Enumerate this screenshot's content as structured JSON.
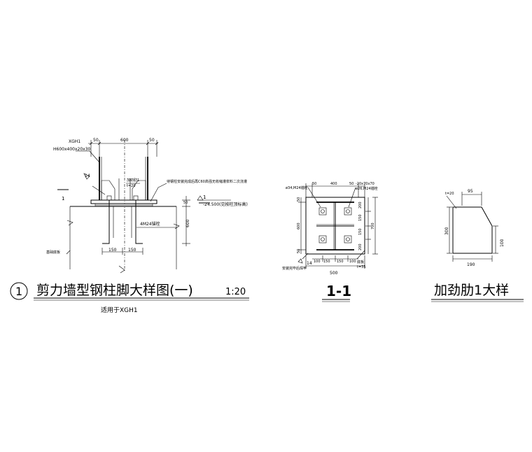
{
  "detail_one": {
    "number": "1",
    "title": "剪力墙型钢柱脚大样图(一)",
    "scale": "1:20",
    "subtitle": "适用于XGH1",
    "labels": {
      "member": "XGH1",
      "section": "H600x400x20x30",
      "weld": "14",
      "stiffener": "加劲肋1",
      "stiffener_t": "t=20",
      "grout_note": "待钢柱安装完成后再C60高强无收缩灌浆料二次浇灌",
      "elevation": "-24.500(见按柱顶标高)",
      "anchor": "4M24锚栓",
      "foundation": "基础底板",
      "section_mark": "1"
    },
    "dims": {
      "top": [
        "50",
        "600",
        "50"
      ],
      "right_small": "50",
      "right": "600",
      "bottom": [
        "150",
        "150"
      ]
    }
  },
  "section_one": {
    "title": "1-1",
    "labels": {
      "hole": "ø34,M24锚栓",
      "plate": "-20x70x70",
      "hole2": "ø26,M24锚栓",
      "weld": "14",
      "weld_note": "安装完毕后焊牢",
      "base": "底板",
      "base_t": "t=35"
    },
    "dims": {
      "top": [
        "50",
        "400",
        "50"
      ],
      "left": [
        "50",
        "600",
        "50"
      ],
      "right_inner": [
        "200",
        "150",
        "150",
        "200"
      ],
      "right_outer": "700",
      "bottom": [
        "100",
        "150",
        "150",
        "100"
      ],
      "bottom_total": "500"
    }
  },
  "stiffener_detail": {
    "title": "加劲肋1大样",
    "labels": {
      "thickness": "t=20"
    },
    "dims": {
      "top": "95",
      "left": "300",
      "right": "100",
      "bottom": "190"
    }
  }
}
